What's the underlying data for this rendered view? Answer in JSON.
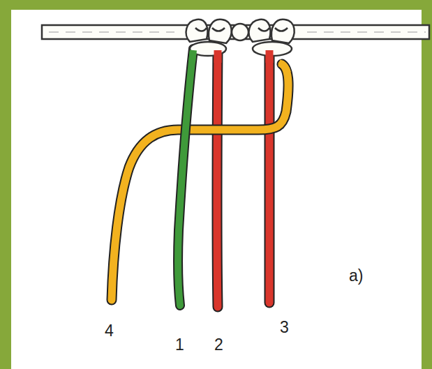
{
  "diagram": {
    "labels": [
      "4",
      "1",
      "2",
      "3",
      "a)"
    ]
  }
}
